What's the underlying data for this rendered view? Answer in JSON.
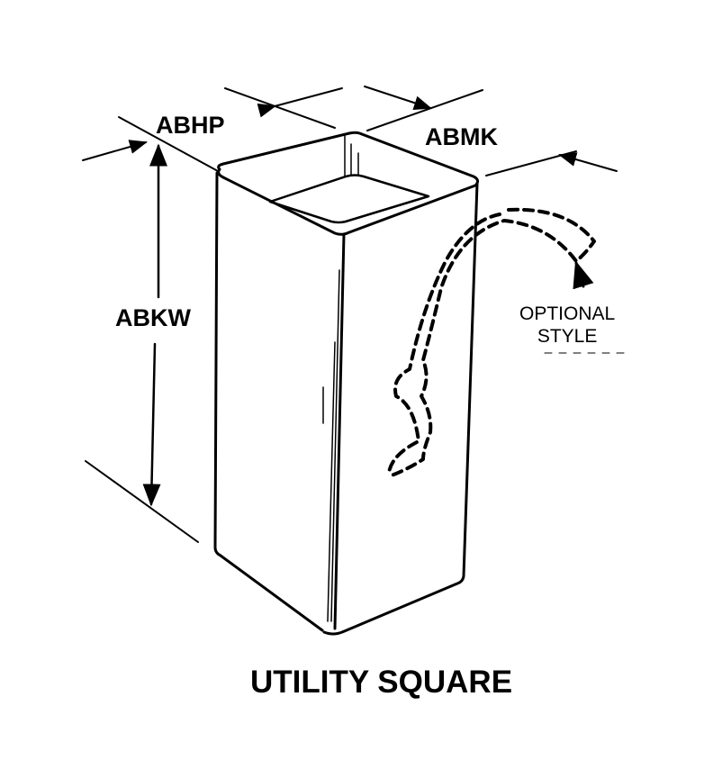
{
  "labels": {
    "abhp": "ABHP",
    "abmk": "ABMK",
    "abkw": "ABKW",
    "optional_line1": "OPTIONAL",
    "optional_line2": "STYLE",
    "title": "UTILITY SQUARE"
  },
  "colors": {
    "ink": "#000000",
    "background": "#ffffff"
  }
}
